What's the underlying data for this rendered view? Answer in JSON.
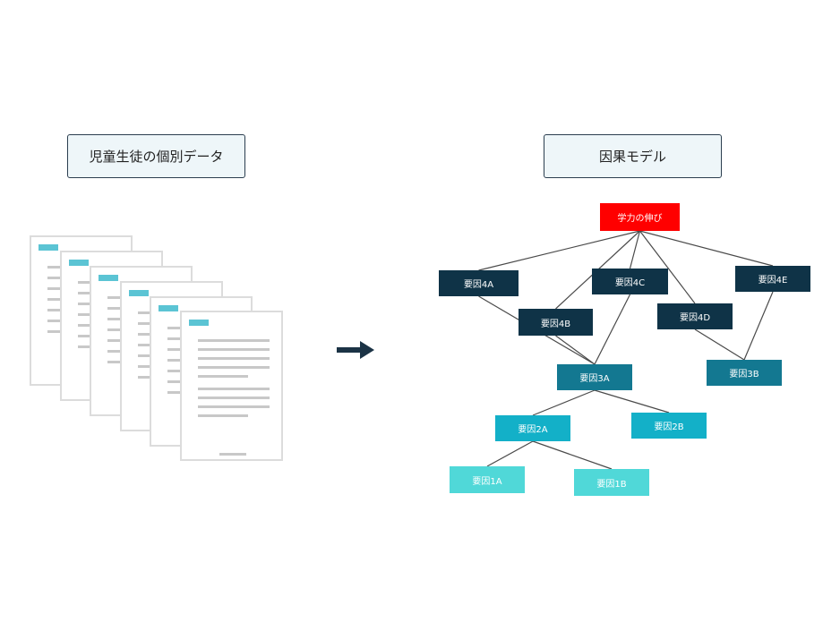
{
  "left": {
    "title": "児童生徒の個別データ"
  },
  "right": {
    "title": "因果モデル"
  },
  "colors": {
    "outcome": "#ff0000",
    "level4": "#0f3347",
    "level3": "#137891",
    "level2": "#13b0c8",
    "level1": "#50d8d8",
    "doc_tag": "#5bc4d4",
    "arrow": "#1b3345"
  },
  "icons": {
    "documents": "document-stack-icon",
    "arrow": "right-arrow-icon"
  },
  "model": {
    "outcome": "学力の伸び",
    "f4a": "要因4A",
    "f4b": "要因4B",
    "f4c": "要因4C",
    "f4d": "要因4D",
    "f4e": "要因4E",
    "f3a": "要因3A",
    "f3b": "要因3B",
    "f2a": "要因2A",
    "f2b": "要因2B",
    "f1a": "要因1A",
    "f1b": "要因1B"
  },
  "edges": [
    [
      "outcome",
      "f4a"
    ],
    [
      "outcome",
      "f4c"
    ],
    [
      "outcome",
      "f4d"
    ],
    [
      "outcome",
      "f4e"
    ],
    [
      "outcome",
      "f4b"
    ],
    [
      "f4a",
      "f3a"
    ],
    [
      "f4b",
      "f3a"
    ],
    [
      "f4c",
      "f3a"
    ],
    [
      "f4d",
      "f3b"
    ],
    [
      "f4e",
      "f3b"
    ],
    [
      "f3a",
      "f2a"
    ],
    [
      "f3a",
      "f2b"
    ],
    [
      "f2a",
      "f1a"
    ],
    [
      "f2a",
      "f1b"
    ]
  ]
}
